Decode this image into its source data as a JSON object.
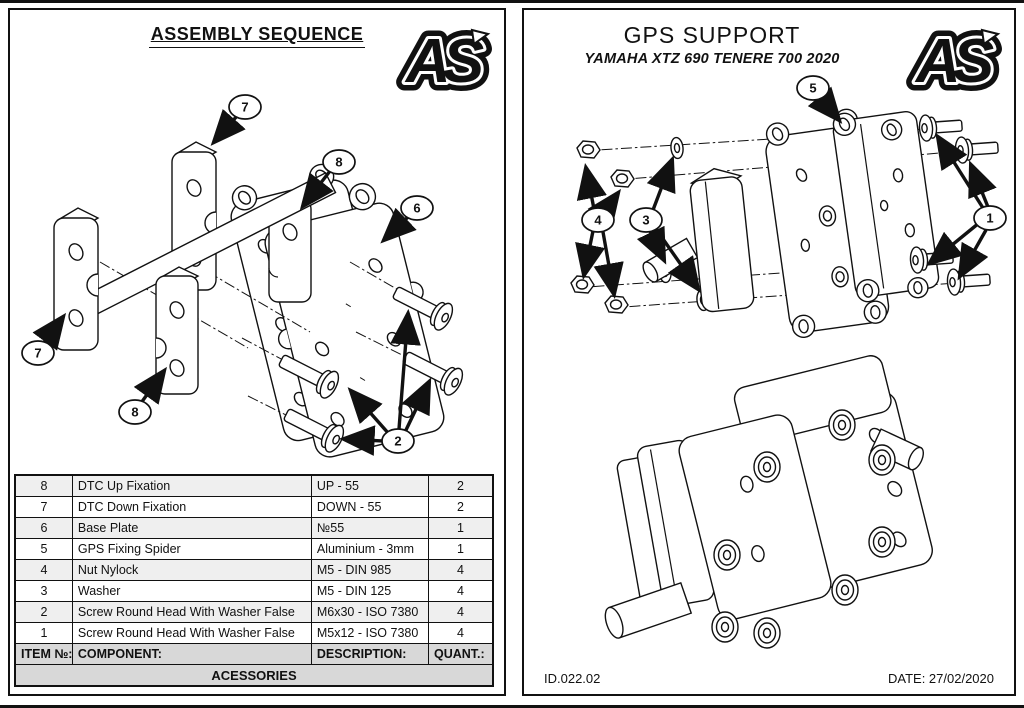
{
  "colors": {
    "line": "#111111",
    "row_shade": "#efefef",
    "header_shade": "#d8d8d8"
  },
  "left_panel": {
    "title": "ASSEMBLY SEQUENCE",
    "logo_text": "AS",
    "callouts": {
      "c7_top": "7",
      "c8_top": "8",
      "c6": "6",
      "c7_bottom": "7",
      "c8_bottom": "8",
      "c2": "2"
    },
    "table": {
      "headers": {
        "item": "ITEM №:",
        "component": "COMPONENT:",
        "description": "DESCRIPTION:",
        "quantity": "QUANT.:"
      },
      "rows": [
        {
          "item": "8",
          "component": "DTC Up Fixation",
          "description": "UP - 55",
          "quantity": "2"
        },
        {
          "item": "7",
          "component": "DTC Down Fixation",
          "description": "DOWN - 55",
          "quantity": "2"
        },
        {
          "item": "6",
          "component": "Base Plate",
          "description": "№55",
          "quantity": "1"
        },
        {
          "item": "5",
          "component": "GPS Fixing Spider",
          "description": "Aluminium - 3mm",
          "quantity": "1"
        },
        {
          "item": "4",
          "component": "Nut Nylock",
          "description": "M5 - DIN 985",
          "quantity": "4"
        },
        {
          "item": "3",
          "component": "Washer",
          "description": "M5 - DIN 125",
          "quantity": "4"
        },
        {
          "item": "2",
          "component": "Screw Round Head With Washer False",
          "description": "M6x30 - ISO 7380",
          "quantity": "4"
        },
        {
          "item": "1",
          "component": "Screw Round Head With Washer False",
          "description": "M5x12 - ISO 7380",
          "quantity": "4"
        }
      ],
      "footer": "ACESSORIES"
    }
  },
  "right_panel": {
    "title": "GPS SUPPORT",
    "subtitle": "YAMAHA XTZ 690 TENERE 700 2020",
    "logo_text": "AS",
    "callouts": {
      "c5": "5",
      "c4": "4",
      "c3": "3",
      "c1": "1"
    },
    "footer": {
      "doc_id": "ID.022.02",
      "date": "DATE: 27/02/2020"
    }
  }
}
